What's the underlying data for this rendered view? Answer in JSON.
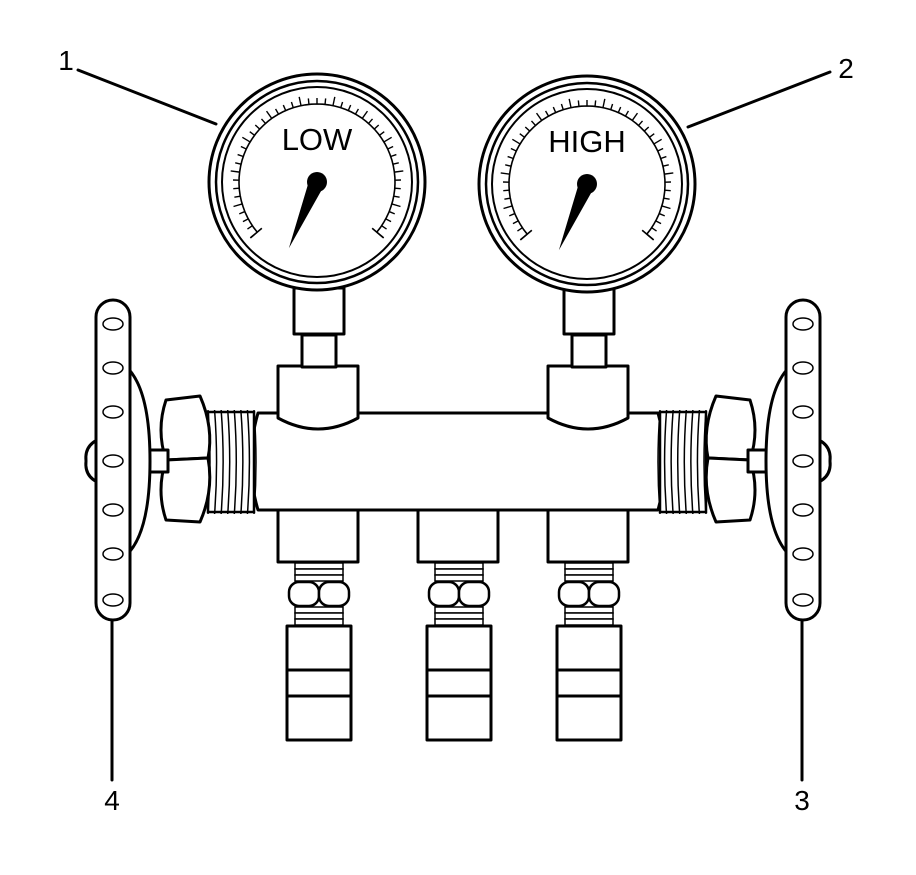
{
  "diagram": {
    "gauges": [
      {
        "label": "LOW",
        "callout": "1"
      },
      {
        "label": "HIGH",
        "callout": "2"
      }
    ],
    "handwheels": [
      {
        "callout": "4"
      },
      {
        "callout": "3"
      }
    ]
  }
}
